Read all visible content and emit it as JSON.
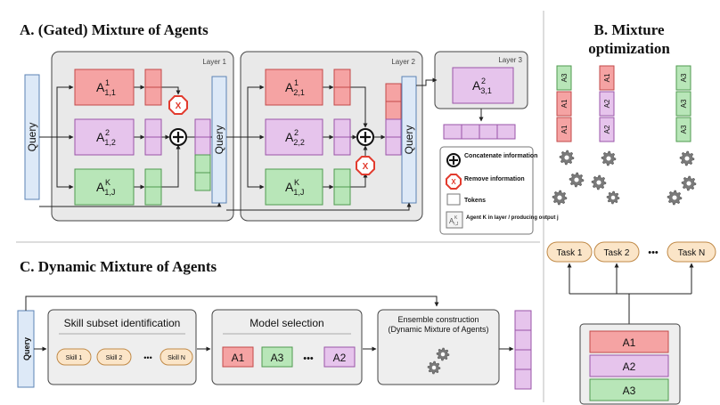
{
  "section_a": {
    "title": "A. (Gated) Mixture of Agents",
    "query_label": "Query",
    "layer1_label": "Layer 1",
    "layer2_label": "Layer 2",
    "layer3_label": "Layer 3",
    "agents_l1": [
      {
        "base": "A",
        "sup": "1",
        "sub": "1,1"
      },
      {
        "base": "A",
        "sup": "2",
        "sub": "1,2"
      },
      {
        "base": "A",
        "sup": "K",
        "sub": "1,J"
      }
    ],
    "agents_l2": [
      {
        "base": "A",
        "sup": "1",
        "sub": "2,1"
      },
      {
        "base": "A",
        "sup": "2",
        "sub": "2,2"
      },
      {
        "base": "A",
        "sup": "K",
        "sub": "1,J"
      }
    ],
    "agent_l3": {
      "base": "A",
      "sup": "2",
      "sub": "3,1"
    },
    "remove_glyph": "X",
    "legend": {
      "concatenate": "Concatenate information",
      "remove": "Remove information",
      "tokens": "Tokens",
      "agent": "Agent K in layer / producing output j",
      "agent_icon": {
        "base": "A",
        "sup": "K",
        "sub": "i,J"
      }
    }
  },
  "section_b": {
    "title_line1": "B. Mixture",
    "title_line2": "optimization",
    "columns": [
      [
        "A3",
        "A1",
        "A1"
      ],
      [
        "A1",
        "A2",
        "A2"
      ],
      [
        "A3",
        "A3",
        "A3"
      ]
    ],
    "tasks": [
      "Task 1",
      "Task 2",
      "Task N"
    ],
    "ellipsis": "•••",
    "pool": [
      "A1",
      "A2",
      "A3"
    ]
  },
  "section_c": {
    "title": "C. Dynamic Mixture of Agents",
    "query_label": "Query",
    "skill_box_title": "Skill subset identification",
    "skills": [
      "Skill 1",
      "Skill 2",
      "Skill N"
    ],
    "model_box_title": "Model selection",
    "models": [
      "A1",
      "A3",
      "A2"
    ],
    "ensemble_title_line1": "Ensemble construction",
    "ensemble_title_line2": "(Dynamic Mixture of Agents)",
    "ellipsis": "•••"
  },
  "colors": {
    "query_fill": "#dde9f7",
    "query_stroke": "#5b83b5",
    "red_fill": "#f5a3a3",
    "red_stroke": "#c24a4a",
    "purple_fill": "#e6c4ec",
    "purple_stroke": "#9a55a8",
    "green_fill": "#b8e6b8",
    "green_stroke": "#4f9a4f",
    "layer_fill": "#e9e9e9",
    "panel_fill": "#eeeeee",
    "task_fill": "#fbe5c8",
    "task_stroke": "#c08a48",
    "remove_red": "#e23b2e"
  }
}
